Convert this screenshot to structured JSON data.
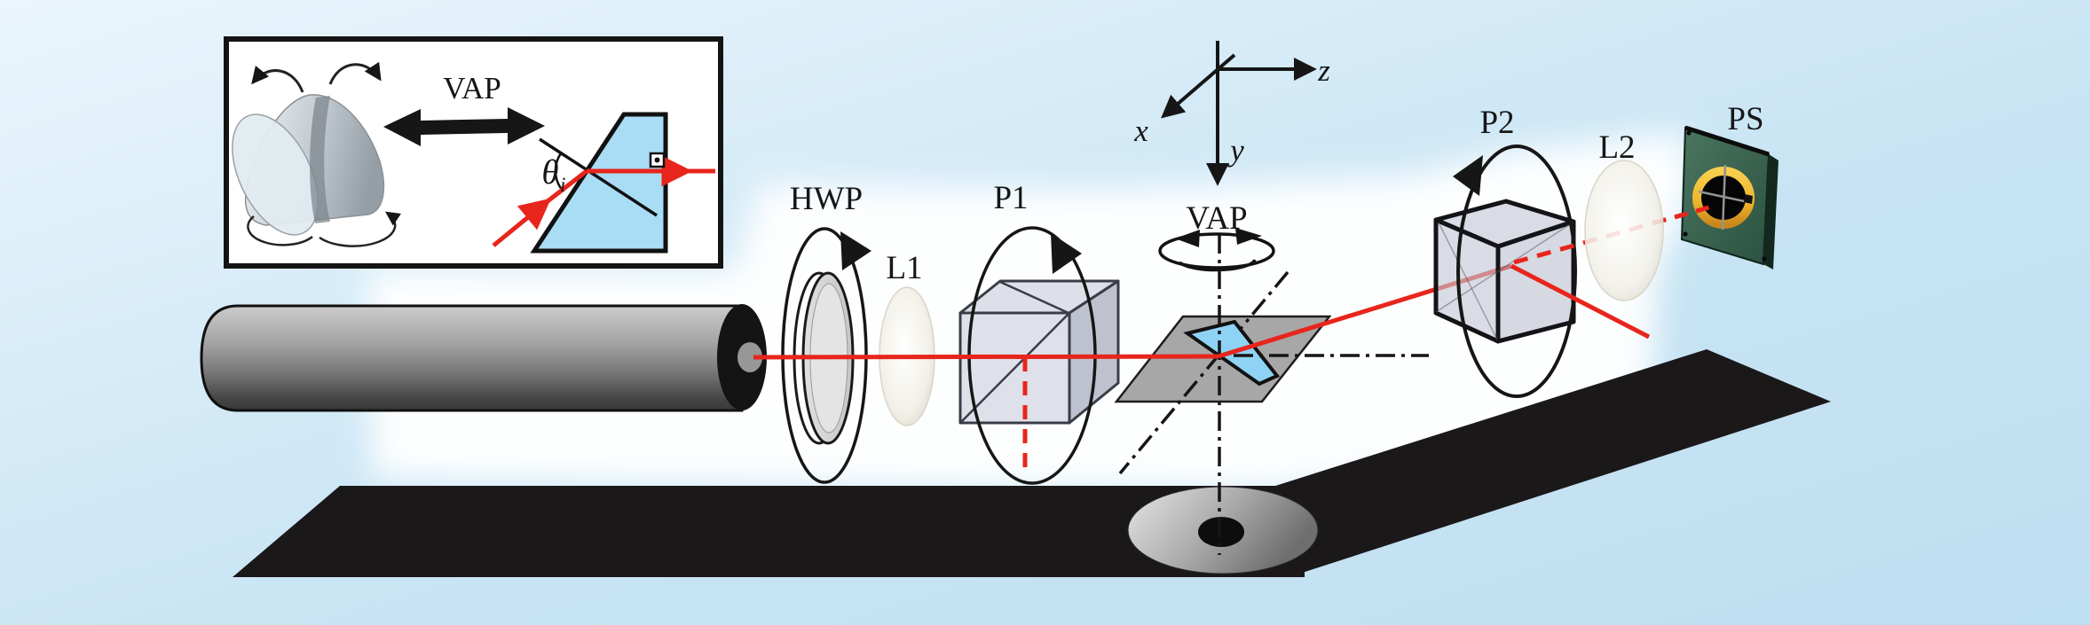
{
  "figure": {
    "type": "optical-experimental-setup-diagram",
    "components": {
      "hwp_label": "HWP",
      "l1_label": "L1",
      "p1_label": "P1",
      "vap_label": "VAP",
      "p2_label": "P2",
      "l2_label": "L2",
      "ps_label": "PS"
    },
    "coordinate_axes": {
      "x": "x",
      "y": "y",
      "z": "z"
    },
    "inset": {
      "title": "VAP",
      "angle_symbol": "θ",
      "angle_subscript": "i"
    },
    "colors": {
      "background_blue": "#c6e2f3",
      "background_light": "#eaf5fc",
      "white_glow": "#ffffff",
      "beam_red": "#e8251c",
      "prism_blue": "#8fd3f4",
      "inset_prism_blue": "#a9dcf5",
      "platform_gray": "#a7a7a7",
      "rail_black": "#1b181a",
      "laser_gray": "#8f8f8f",
      "cube_gray": "#c9cdda",
      "sensor_green": "#3a614f",
      "sensor_gold": "#eeb32c",
      "line_black": "#1a1a1a"
    }
  }
}
